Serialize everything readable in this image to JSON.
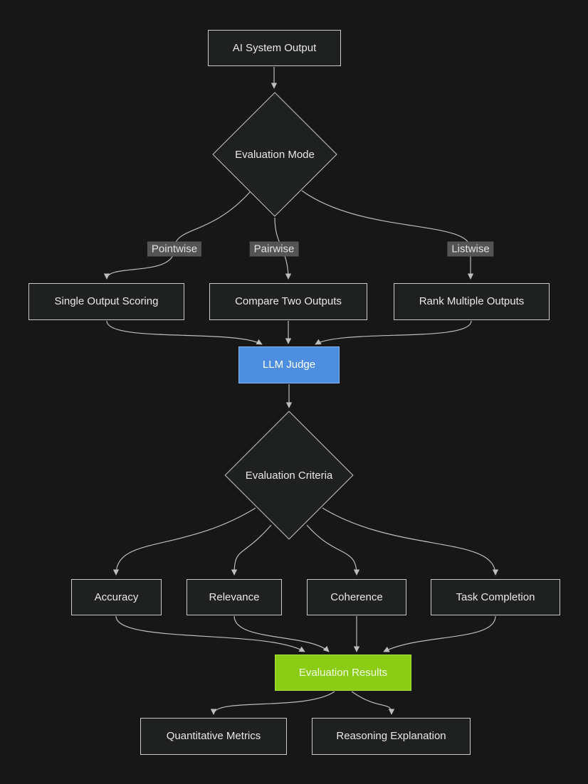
{
  "diagram": {
    "type": "flowchart",
    "nodes": {
      "ai_system_output": {
        "label": "AI System Output"
      },
      "evaluation_mode": {
        "label": "Evaluation Mode"
      },
      "single_output_scoring": {
        "label": "Single Output Scoring"
      },
      "compare_two_outputs": {
        "label": "Compare Two Outputs"
      },
      "rank_multiple_outputs": {
        "label": "Rank Multiple Outputs"
      },
      "llm_judge": {
        "label": "LLM Judge"
      },
      "evaluation_criteria": {
        "label": "Evaluation Criteria"
      },
      "accuracy": {
        "label": "Accuracy"
      },
      "relevance": {
        "label": "Relevance"
      },
      "coherence": {
        "label": "Coherence"
      },
      "task_completion": {
        "label": "Task Completion"
      },
      "evaluation_results": {
        "label": "Evaluation Results"
      },
      "quantitative_metrics": {
        "label": "Quantitative Metrics"
      },
      "reasoning_explanation": {
        "label": "Reasoning Explanation"
      }
    },
    "edge_labels": {
      "pointwise": "Pointwise",
      "pairwise": "Pairwise",
      "listwise": "Listwise"
    },
    "colors": {
      "background": "#171717",
      "node_fill": "#1f2120",
      "node_border": "#c9c9c9",
      "judge_fill": "#4d8ee0",
      "results_fill": "#8bcd15",
      "edge_stroke": "#bdbdbd",
      "edge_label_bg": "#545454",
      "text": "#e8e8e8"
    },
    "edges": [
      "AI System Output -> Evaluation Mode",
      "Evaluation Mode -Pointwise-> Single Output Scoring",
      "Evaluation Mode -Pairwise-> Compare Two Outputs",
      "Evaluation Mode -Listwise-> Rank Multiple Outputs",
      "Single Output Scoring -> LLM Judge",
      "Compare Two Outputs -> LLM Judge",
      "Rank Multiple Outputs -> LLM Judge",
      "LLM Judge -> Evaluation Criteria",
      "Evaluation Criteria -> Accuracy",
      "Evaluation Criteria -> Relevance",
      "Evaluation Criteria -> Coherence",
      "Evaluation Criteria -> Task Completion",
      "Accuracy -> Evaluation Results",
      "Relevance -> Evaluation Results",
      "Coherence -> Evaluation Results",
      "Task Completion -> Evaluation Results",
      "Evaluation Results -> Quantitative Metrics",
      "Evaluation Results -> Reasoning Explanation"
    ]
  }
}
